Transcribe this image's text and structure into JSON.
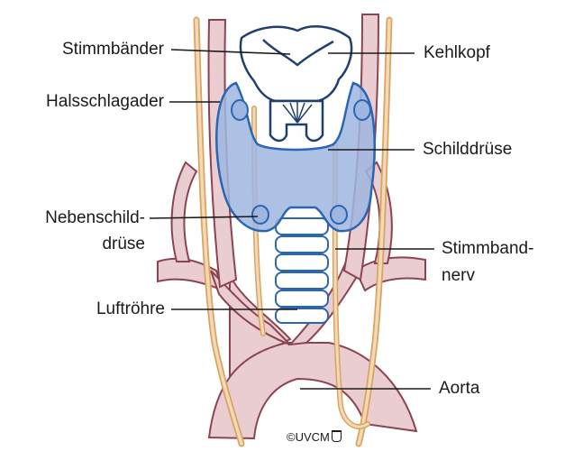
{
  "labels": {
    "stimmbaender": "Stimmbänder",
    "halsschlagader": "Halsschlagader",
    "nebenschild_1": "Nebenschild-",
    "nebenschild_2": "drüse",
    "luftroehre": "Luftröhre",
    "kehlkopf": "Kehlkopf",
    "schilddruese": "Schilddrüse",
    "stimmband_1": "Stimmband-",
    "stimmband_2": "nerv",
    "aorta": "Aorta"
  },
  "copyright": "©UVCM",
  "colors": {
    "vessel_fill": "#e9cdd0",
    "vessel_stroke": "#8b4552",
    "nerve_fill": "#f3d9b8",
    "nerve_stroke": "#d9a45f",
    "thyroid_fill": "#9fb6e0",
    "organ_stroke": "#2a66b3",
    "larynx_stroke": "#1f3f6e",
    "leader": "#1a1a1a"
  }
}
